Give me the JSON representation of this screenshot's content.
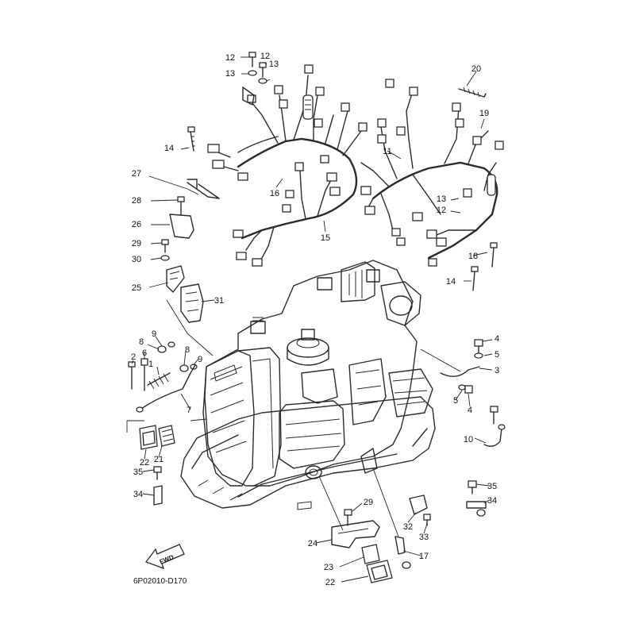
{
  "diagram": {
    "drawing_code": "6P02010-D170",
    "fwd_label": "FWD",
    "callouts": [
      {
        "id": "12a",
        "label": "12"
      },
      {
        "id": "12b",
        "label": "12"
      },
      {
        "id": "13a",
        "label": "13"
      },
      {
        "id": "13b",
        "label": "13"
      },
      {
        "id": "20",
        "label": "20"
      },
      {
        "id": "19",
        "label": "19"
      },
      {
        "id": "14a",
        "label": "14"
      },
      {
        "id": "11",
        "label": "11"
      },
      {
        "id": "27",
        "label": "27"
      },
      {
        "id": "16",
        "label": "16"
      },
      {
        "id": "28",
        "label": "28"
      },
      {
        "id": "13c",
        "label": "13"
      },
      {
        "id": "12c",
        "label": "12"
      },
      {
        "id": "26",
        "label": "26"
      },
      {
        "id": "15",
        "label": "15"
      },
      {
        "id": "29a",
        "label": "29"
      },
      {
        "id": "30",
        "label": "30"
      },
      {
        "id": "18",
        "label": "18"
      },
      {
        "id": "14b",
        "label": "14"
      },
      {
        "id": "25",
        "label": "25"
      },
      {
        "id": "31",
        "label": "31"
      },
      {
        "id": "9",
        "label": "9"
      },
      {
        "id": "8a",
        "label": "8"
      },
      {
        "id": "6",
        "label": "6"
      },
      {
        "id": "8b",
        "label": "8"
      },
      {
        "id": "4a",
        "label": "4"
      },
      {
        "id": "5a",
        "label": "5"
      },
      {
        "id": "9b",
        "label": "9"
      },
      {
        "id": "3",
        "label": "3"
      },
      {
        "id": "2",
        "label": "2"
      },
      {
        "id": "1",
        "label": "1"
      },
      {
        "id": "7",
        "label": "7"
      },
      {
        "id": "5b",
        "label": "5"
      },
      {
        "id": "4b",
        "label": "4"
      },
      {
        "id": "10",
        "label": "10"
      },
      {
        "id": "22a",
        "label": "22"
      },
      {
        "id": "21",
        "label": "21"
      },
      {
        "id": "35a",
        "label": "35"
      },
      {
        "id": "35b",
        "label": "35"
      },
      {
        "id": "34a",
        "label": "34"
      },
      {
        "id": "34b",
        "label": "34"
      },
      {
        "id": "29b",
        "label": "29"
      },
      {
        "id": "32",
        "label": "32"
      },
      {
        "id": "33",
        "label": "33"
      },
      {
        "id": "24",
        "label": "24"
      },
      {
        "id": "17",
        "label": "17"
      },
      {
        "id": "23",
        "label": "23"
      },
      {
        "id": "22b",
        "label": "22"
      }
    ]
  }
}
